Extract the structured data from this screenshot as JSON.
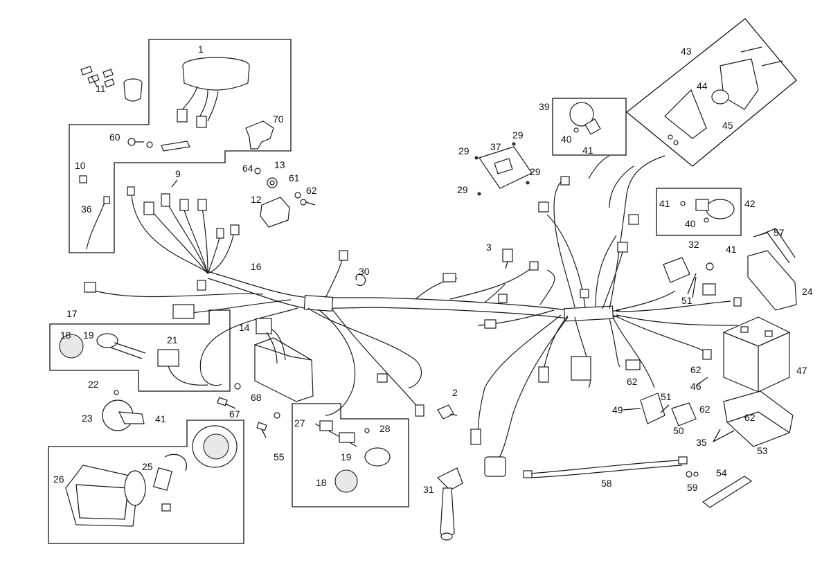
{
  "diagram": {
    "colors": {
      "line": "#1a1a1a",
      "background": "#ffffff",
      "fill_gray": "#e8e8e8"
    },
    "callouts": {
      "c1": "1",
      "c2": "2",
      "c3": "3",
      "c9": "9",
      "c10": "10",
      "c11": "11",
      "c12": "12",
      "c13": "13",
      "c14": "14",
      "c16": "16",
      "c17": "17",
      "c18a": "18",
      "c18b": "18",
      "c19a": "19",
      "c19b": "19",
      "c21": "21",
      "c22": "22",
      "c23": "23",
      "c24": "24",
      "c25": "25",
      "c26": "26",
      "c27": "27",
      "c28": "28",
      "c29a": "29",
      "c29b": "29",
      "c29c": "29",
      "c29d": "29",
      "c30": "30",
      "c31": "31",
      "c32": "32",
      "c35": "35",
      "c36": "36",
      "c37": "37",
      "c39": "39",
      "c40a": "40",
      "c40b": "40",
      "c41a": "41",
      "c41b": "41",
      "c41c": "41",
      "c41d": "41",
      "c42": "42",
      "c43": "43",
      "c44": "44",
      "c45": "45",
      "c46": "46",
      "c47": "47",
      "c49": "49",
      "c50": "50",
      "c51a": "51",
      "c51b": "51",
      "c53": "53",
      "c54": "54",
      "c55": "55",
      "c57": "57",
      "c58": "58",
      "c59": "59",
      "c60": "60",
      "c61": "61",
      "c62a": "62",
      "c62b": "62",
      "c62c": "62",
      "c62d": "62",
      "c62e": "62",
      "c64": "64",
      "c67": "67",
      "c68": "68",
      "c70": "70"
    }
  }
}
